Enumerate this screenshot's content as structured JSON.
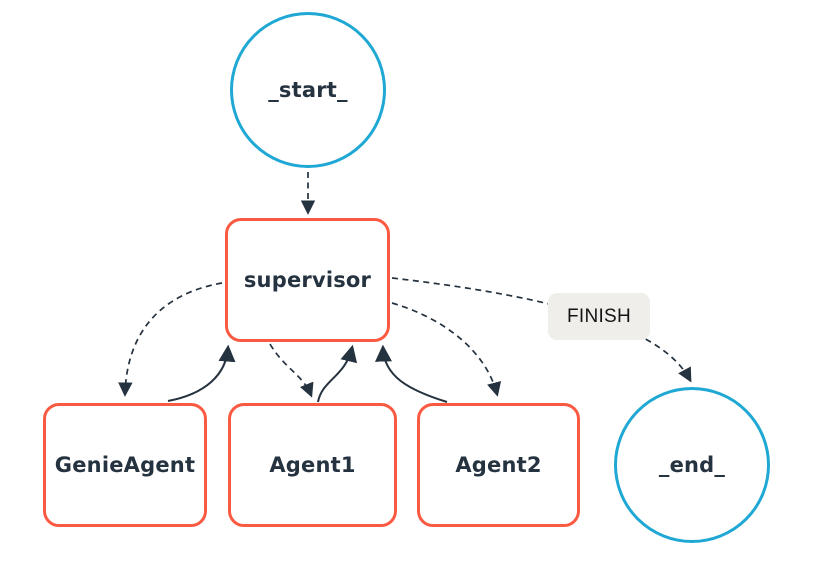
{
  "diagram_type": "agent-graph",
  "nodes": {
    "start": {
      "label": "_start_",
      "shape": "circle"
    },
    "supervisor": {
      "label": "supervisor",
      "shape": "rounded-rect"
    },
    "genie_agent": {
      "label": "GenieAgent",
      "shape": "rounded-rect"
    },
    "agent1": {
      "label": "Agent1",
      "shape": "rounded-rect"
    },
    "agent2": {
      "label": "Agent2",
      "shape": "rounded-rect"
    },
    "end": {
      "label": "_end_",
      "shape": "circle"
    }
  },
  "edge_labels": {
    "finish": "FINISH"
  },
  "edges": [
    {
      "from": "_start_",
      "to": "supervisor",
      "style": "dashed",
      "label": ""
    },
    {
      "from": "supervisor",
      "to": "GenieAgent",
      "style": "dashed",
      "label": ""
    },
    {
      "from": "supervisor",
      "to": "Agent1",
      "style": "dashed",
      "label": ""
    },
    {
      "from": "supervisor",
      "to": "Agent2",
      "style": "dashed",
      "label": ""
    },
    {
      "from": "supervisor",
      "to": "_end_",
      "style": "dashed",
      "label": "FINISH"
    },
    {
      "from": "GenieAgent",
      "to": "supervisor",
      "style": "solid",
      "label": ""
    },
    {
      "from": "Agent1",
      "to": "supervisor",
      "style": "solid",
      "label": ""
    },
    {
      "from": "Agent2",
      "to": "supervisor",
      "style": "solid",
      "label": ""
    }
  ],
  "colors": {
    "box-border": "#fa5a41",
    "circle-border": "#20a8d4",
    "edge": "#25323f",
    "node-text": "#25323f",
    "edge-label-bg": "#efeeea",
    "edge-label-text": "#141414",
    "canvas-bg": "#ffffff"
  }
}
